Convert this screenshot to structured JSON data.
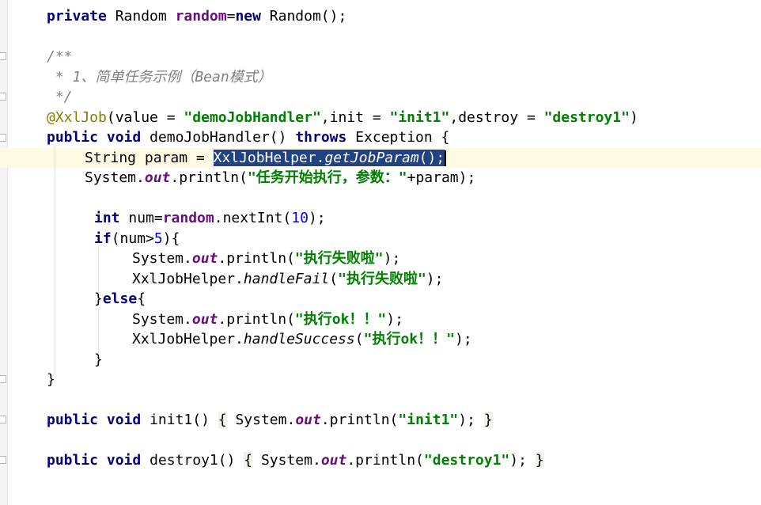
{
  "editor": {
    "lines": [
      {
        "indent": 0,
        "tokens": [
          {
            "t": "kw",
            "v": "private"
          },
          {
            "t": "p",
            "v": " Random "
          },
          {
            "t": "fld",
            "v": "random"
          },
          {
            "t": "p",
            "v": "="
          },
          {
            "t": "kw",
            "v": "new"
          },
          {
            "t": "p",
            "v": " Random();"
          }
        ]
      },
      {
        "indent": 0,
        "tokens": []
      },
      {
        "indent": 0,
        "tokens": [
          {
            "t": "cmt",
            "v": "/**"
          }
        ]
      },
      {
        "indent": 0,
        "tokens": [
          {
            "t": "cmt",
            "v": " * 1、简单任务示例（Bean模式）"
          }
        ]
      },
      {
        "indent": 0,
        "tokens": [
          {
            "t": "cmt",
            "v": " */"
          }
        ]
      },
      {
        "indent": 0,
        "tokens": [
          {
            "t": "ann",
            "v": "@XxlJob"
          },
          {
            "t": "p",
            "v": "(value = "
          },
          {
            "t": "str",
            "v": "\"demoJobHandler\""
          },
          {
            "t": "p",
            "v": ",init = "
          },
          {
            "t": "str",
            "v": "\"init1\""
          },
          {
            "t": "p",
            "v": ",destroy = "
          },
          {
            "t": "str",
            "v": "\"destroy1\""
          },
          {
            "t": "p",
            "v": ")"
          }
        ]
      },
      {
        "indent": 0,
        "tokens": [
          {
            "t": "kw",
            "v": "public"
          },
          {
            "t": "p",
            "v": " "
          },
          {
            "t": "kw",
            "v": "void"
          },
          {
            "t": "p",
            "v": " demoJobHandler() "
          },
          {
            "t": "kw",
            "v": "throws"
          },
          {
            "t": "p",
            "v": " Exception {"
          }
        ]
      },
      {
        "indent": 4,
        "current": true,
        "tokens": [
          {
            "t": "p",
            "v": "String param = "
          },
          {
            "t": "sel",
            "v": "XxlJobHelper."
          },
          {
            "t": "sel it",
            "v": "getJobParam"
          },
          {
            "t": "sel",
            "v": "();"
          },
          {
            "t": "caret",
            "v": ""
          }
        ]
      },
      {
        "indent": 4,
        "tokens": [
          {
            "t": "p",
            "v": "System."
          },
          {
            "t": "sfld",
            "v": "out"
          },
          {
            "t": "p",
            "v": ".println("
          },
          {
            "t": "str",
            "v": "\"任务开始执行，参数：\""
          },
          {
            "t": "p",
            "v": "+param);"
          }
        ]
      },
      {
        "indent": 0,
        "tokens": []
      },
      {
        "indent": 5,
        "tokens": [
          {
            "t": "kw",
            "v": "int"
          },
          {
            "t": "p",
            "v": " num="
          },
          {
            "t": "fld",
            "v": "random"
          },
          {
            "t": "p",
            "v": ".nextInt("
          },
          {
            "t": "num",
            "v": "10"
          },
          {
            "t": "p",
            "v": ");"
          }
        ]
      },
      {
        "indent": 5,
        "tokens": [
          {
            "t": "kw",
            "v": "if"
          },
          {
            "t": "p",
            "v": "(num>"
          },
          {
            "t": "num",
            "v": "5"
          },
          {
            "t": "p",
            "v": "){"
          }
        ]
      },
      {
        "indent": 9,
        "tokens": [
          {
            "t": "p",
            "v": "System."
          },
          {
            "t": "sfld",
            "v": "out"
          },
          {
            "t": "p",
            "v": ".println("
          },
          {
            "t": "str",
            "v": "\"执行失败啦\""
          },
          {
            "t": "p",
            "v": ");"
          }
        ]
      },
      {
        "indent": 9,
        "tokens": [
          {
            "t": "p",
            "v": "XxlJobHelper."
          },
          {
            "t": "it",
            "v": "handleFail"
          },
          {
            "t": "p",
            "v": "("
          },
          {
            "t": "str",
            "v": "\"执行失败啦\""
          },
          {
            "t": "p",
            "v": ");"
          }
        ]
      },
      {
        "indent": 5,
        "tokens": [
          {
            "t": "p",
            "v": "}"
          },
          {
            "t": "kw",
            "v": "else"
          },
          {
            "t": "p",
            "v": "{"
          }
        ]
      },
      {
        "indent": 9,
        "tokens": [
          {
            "t": "p",
            "v": "System."
          },
          {
            "t": "sfld",
            "v": "out"
          },
          {
            "t": "p",
            "v": ".println("
          },
          {
            "t": "str",
            "v": "\"执行ok！！\""
          },
          {
            "t": "p",
            "v": ");"
          }
        ]
      },
      {
        "indent": 9,
        "tokens": [
          {
            "t": "p",
            "v": "XxlJobHelper."
          },
          {
            "t": "it",
            "v": "handleSuccess"
          },
          {
            "t": "p",
            "v": "("
          },
          {
            "t": "str",
            "v": "\"执行ok！！\""
          },
          {
            "t": "p",
            "v": ");"
          }
        ]
      },
      {
        "indent": 5,
        "tokens": [
          {
            "t": "p",
            "v": "}"
          }
        ]
      },
      {
        "indent": 0,
        "tokens": [
          {
            "t": "p",
            "v": "}"
          }
        ]
      },
      {
        "indent": 0,
        "tokens": []
      },
      {
        "indent": 0,
        "tokens": [
          {
            "t": "kw",
            "v": "public"
          },
          {
            "t": "p",
            "v": " "
          },
          {
            "t": "kw",
            "v": "void"
          },
          {
            "t": "p",
            "v": " init1() "
          },
          {
            "t": "br",
            "v": "{"
          },
          {
            "t": "p",
            "v": " System."
          },
          {
            "t": "sfld",
            "v": "out"
          },
          {
            "t": "p",
            "v": ".println("
          },
          {
            "t": "str",
            "v": "\"init1\""
          },
          {
            "t": "p",
            "v": ");"
          },
          {
            "t": "p",
            "v": " "
          },
          {
            "t": "br",
            "v": "}"
          }
        ]
      },
      {
        "indent": 0,
        "tokens": []
      },
      {
        "indent": 0,
        "tokens": [
          {
            "t": "kw",
            "v": "public"
          },
          {
            "t": "p",
            "v": " "
          },
          {
            "t": "kw",
            "v": "void"
          },
          {
            "t": "p",
            "v": " destroy1() "
          },
          {
            "t": "br",
            "v": "{"
          },
          {
            "t": "p",
            "v": " System."
          },
          {
            "t": "sfld",
            "v": "out"
          },
          {
            "t": "p",
            "v": ".println("
          },
          {
            "t": "str",
            "v": "\"destroy1\""
          },
          {
            "t": "p",
            "v": ");"
          },
          {
            "t": "p",
            "v": " "
          },
          {
            "t": "br",
            "v": "}"
          }
        ]
      }
    ]
  }
}
